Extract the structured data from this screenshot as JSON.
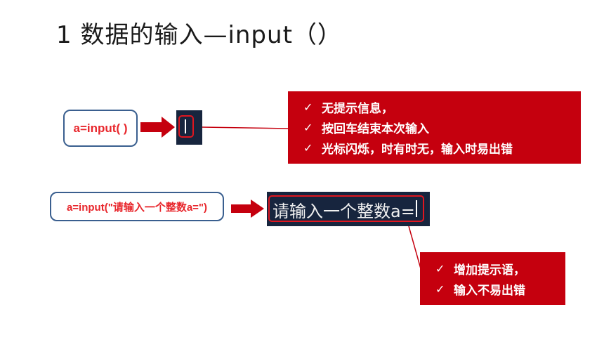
{
  "title": "1  数据的输入—input（）",
  "example1": {
    "code": "a=input( )",
    "notes": [
      "无提示信息，",
      "按回车结束本次输入",
      "光标闪烁，时有时无，输入时易出错"
    ]
  },
  "example2": {
    "code": "a=input(\"请输入一个整数a=\")",
    "terminal_text": "请输入一个整数a=",
    "notes": [
      "增加提示语，",
      "输入不易出错"
    ]
  },
  "check_icon": "✓",
  "colors": {
    "accent_red": "#c5000e",
    "terminal_bg": "#17253e",
    "box_border": "#3a5f8f",
    "code_red": "#e8262c"
  }
}
